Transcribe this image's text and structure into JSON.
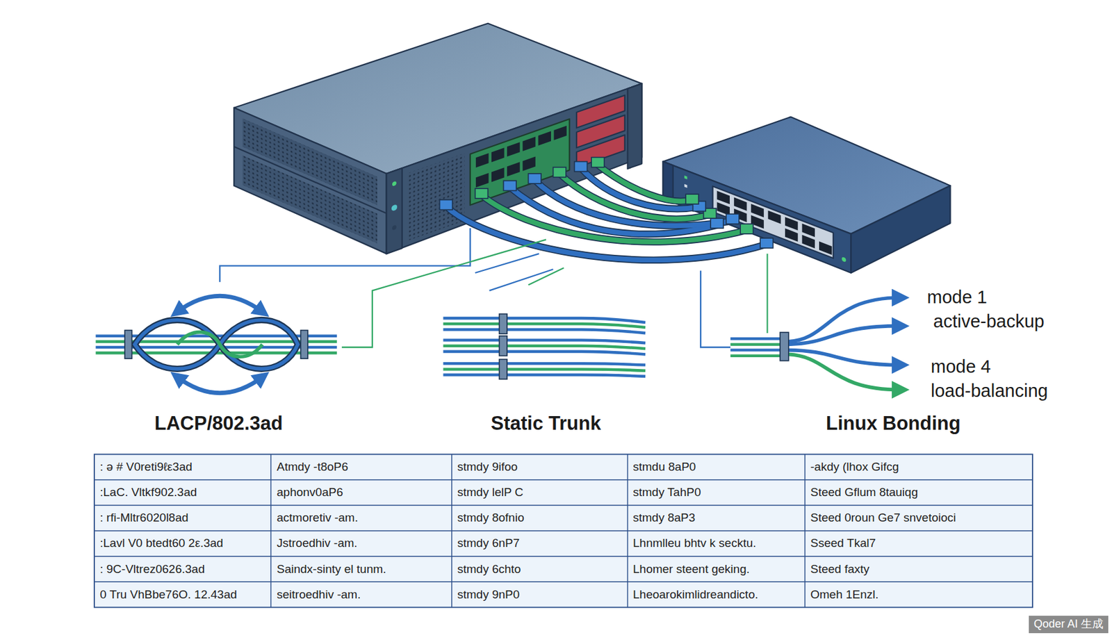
{
  "diagram": {
    "labels": [
      "mode 1",
      "active-backup",
      "mode 4",
      "load-balancing",
      "LACP/802.3ad",
      "Static Trunk",
      "Linux Bonding",
      ": ə # V0reti9ℓε3ad",
      "Atmdy -t8oP6",
      "stmdy 9ifoo",
      "stmdu 8aP0",
      "-akdy (lhox Gifcg",
      ":LaC. Vltkf902.3ad",
      "aphonv0aP6",
      "stmdy lelP C",
      "stmdy TahP0",
      "Steed Gflum 8tauiqg",
      ": rfi-Mltr6020l8ad",
      "actmoretiv -am.",
      "stmdy 8ofnio",
      "stmdy 8aP3",
      "Steed 0roun Ge7 snvetoioci",
      ":Lavl V0 btedt60 2ε.3ad",
      "Jstroedhiv -am.",
      "stmdy 6nP7",
      "Lhnmlleu bhtv k secktu.",
      "Sseed Tkal7",
      ": 9C-Vltrez0626.3ad",
      "Saindx-sinty el tunm.",
      "stmdy 6chto",
      "Lhomer steent geking.",
      "Steed faxty",
      "0 Tru VhBbe76O. 12.43ad",
      "seitroedhiv -am.",
      "stmdy 9nP0",
      "Lheoarokimlidreandicto.",
      "Omeh 1Enzl.",
      "Qoder AI 生成"
    ]
  }
}
